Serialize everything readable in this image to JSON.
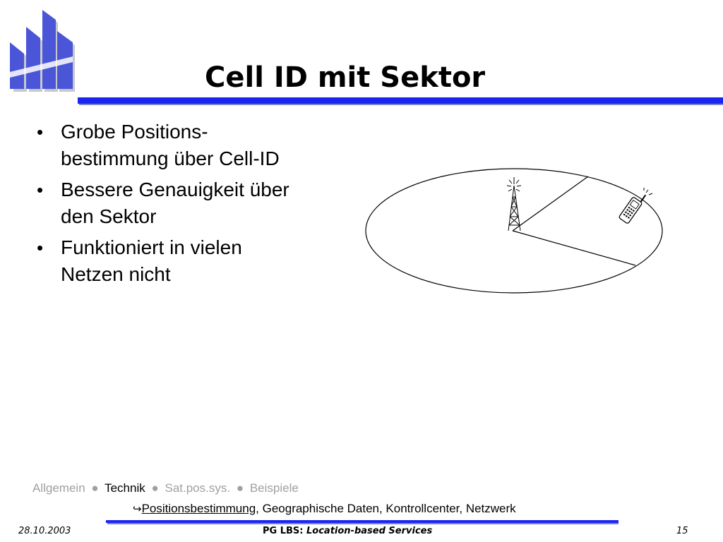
{
  "slide": {
    "title": "Cell ID mit Sektor",
    "bullets": [
      {
        "line1": "Grobe Positions-",
        "line2": "bestimmung über Cell-ID"
      },
      {
        "line1": "Bessere Genauigkeit über",
        "line2": "den Sektor"
      },
      {
        "line1": "Funktioniert in vielen",
        "line2": "Netzen nicht"
      }
    ],
    "bullet_glyph": "•"
  },
  "diagram": {
    "icons": [
      "antenna-tower-icon",
      "mobile-phone-icon"
    ]
  },
  "navigation": {
    "sections": [
      "Allgemein",
      "Technik",
      "Sat.pos.sys.",
      "Beispiele"
    ],
    "active_section": "Technik",
    "separator": "●",
    "sub_arrow": "↪",
    "current_topic": "Positionsbestimmung",
    "other_topics": ", Geographische Daten, Kontrollcenter, Netzwerk"
  },
  "footer": {
    "date": "28.10.2003",
    "course_label": "PG LBS:",
    "course_name": "Location-based Services",
    "page_number": "15"
  },
  "colors": {
    "accent_blue": "#1a26f0",
    "logo_blue": "#4a55d8",
    "nav_inactive": "#a0a0a0"
  }
}
